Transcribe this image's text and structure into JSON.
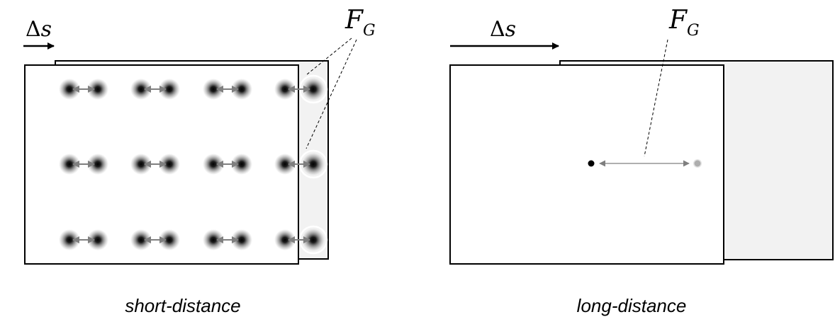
{
  "left_panel": {
    "shift_label": {
      "delta": "Δ",
      "var": "s"
    },
    "force_label": {
      "main": "F",
      "sub": "G"
    },
    "caption": "short-distance"
  },
  "right_panel": {
    "shift_label": {
      "delta": "Δ",
      "var": "s"
    },
    "force_label": {
      "main": "F",
      "sub": "G"
    },
    "caption": "long-distance"
  },
  "colors": {
    "outline": "#000000",
    "back_plate_fill": "#f2f2f2",
    "front_plate_fill": "#ffffff",
    "arrow": "#7f7f7f",
    "dashed": "#000000",
    "far_dot": "#9a9a9a"
  },
  "icons": [
    "particle-blur-dot",
    "double-headed-arrow",
    "shift-arrow"
  ]
}
